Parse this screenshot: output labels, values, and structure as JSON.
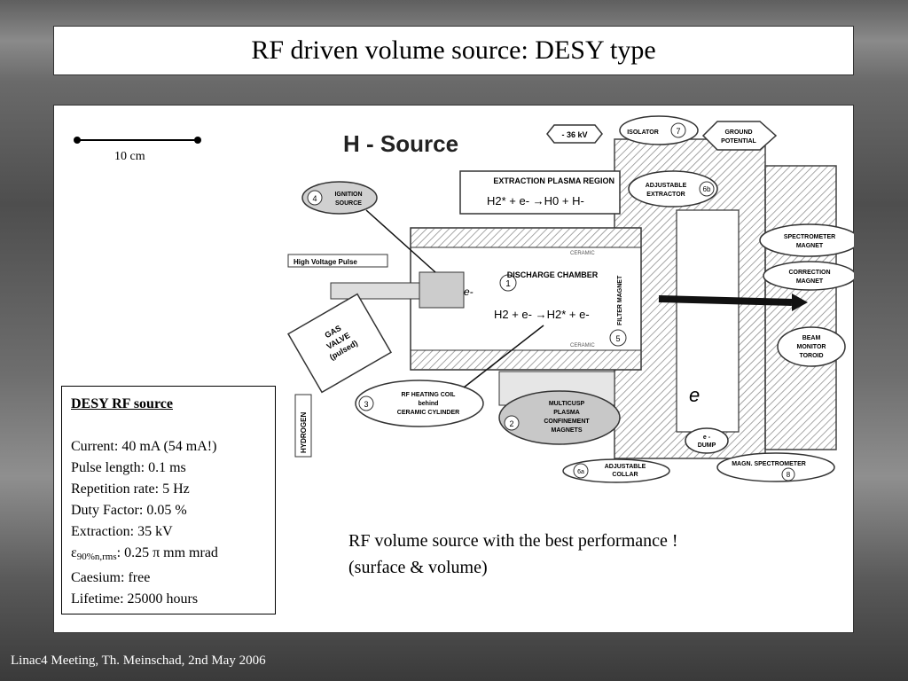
{
  "slide": {
    "title": "RF driven volume source: DESY type",
    "footer": "Linac4 Meeting, Th. Meinschad, 2nd May 2006"
  },
  "scale_bar": {
    "label": "10 cm"
  },
  "diagram": {
    "heading": "H - Source",
    "labels": {
      "neg_voltage": "- 36 kV",
      "isolator": "ISOLATOR",
      "isolator_num": "7",
      "ground_potential": "GROUND POTENTIAL",
      "extraction_region": "EXTRACTION PLASMA REGION",
      "extraction_reaction": "H2* + e- →H0 + H-",
      "adjustable_extractor": "ADJUSTABLE EXTRACTOR",
      "extractor_num": "6b",
      "ignition_source": "IGNITION SOURCE",
      "ignition_num": "4",
      "high_voltage_pulse": "High Voltage Pulse",
      "ceramic_top": "CERAMIC",
      "ceramic_bottom": "CERAMIC",
      "discharge_chamber": "DISCHARGE CHAMBER",
      "discharge_num": "1",
      "discharge_reaction": "H2 + e- →H2* + e-",
      "electron": "e-",
      "filter_magnet": "FILTER MAGNET",
      "gas_valve": "GAS VALVE (pulsed)",
      "hydrogen": "HYDROGEN",
      "spectrometer_magnet": "SPECTROMETER MAGNET",
      "correction_magnet": "CORRECTION MAGNET",
      "beam_monitor": "BEAM MONITOR TOROID",
      "filter_num": "5",
      "rf_heating_coil": "RF HEATING COIL behind CERAMIC CYLINDER",
      "rf_num": "3",
      "multicusp": "MULTICUSP PLASMA CONFINEMENT MAGNETS",
      "multicusp_num": "2",
      "dump_e": "e",
      "e_dump": "e- DUMP",
      "adjustable_collar": "ADJUSTABLE COLLAR",
      "collar_num": "6a",
      "magn_spectrometer": "MAGN. SPECTROMETER",
      "magn_num": "8"
    }
  },
  "info_box": {
    "heading": "DESY RF source",
    "current": "Current: 40 mA (54 mA!)",
    "pulse_length": "Pulse length: 0.1 ms",
    "repetition_rate": "Repetition rate: 5 Hz",
    "duty_factor": "Duty Factor: 0.05 %",
    "extraction": "Extraction: 35 kV",
    "emittance_symbol": "ε",
    "emittance_subscript": "90%n,rms",
    "emittance_value": ":  0.25 π mm mrad",
    "caesium": "Caesium:  free",
    "lifetime": "Lifetime: 25000 hours"
  },
  "caption": {
    "line1": "RF volume source with the best performance !",
    "line2": "(surface & volume)"
  }
}
